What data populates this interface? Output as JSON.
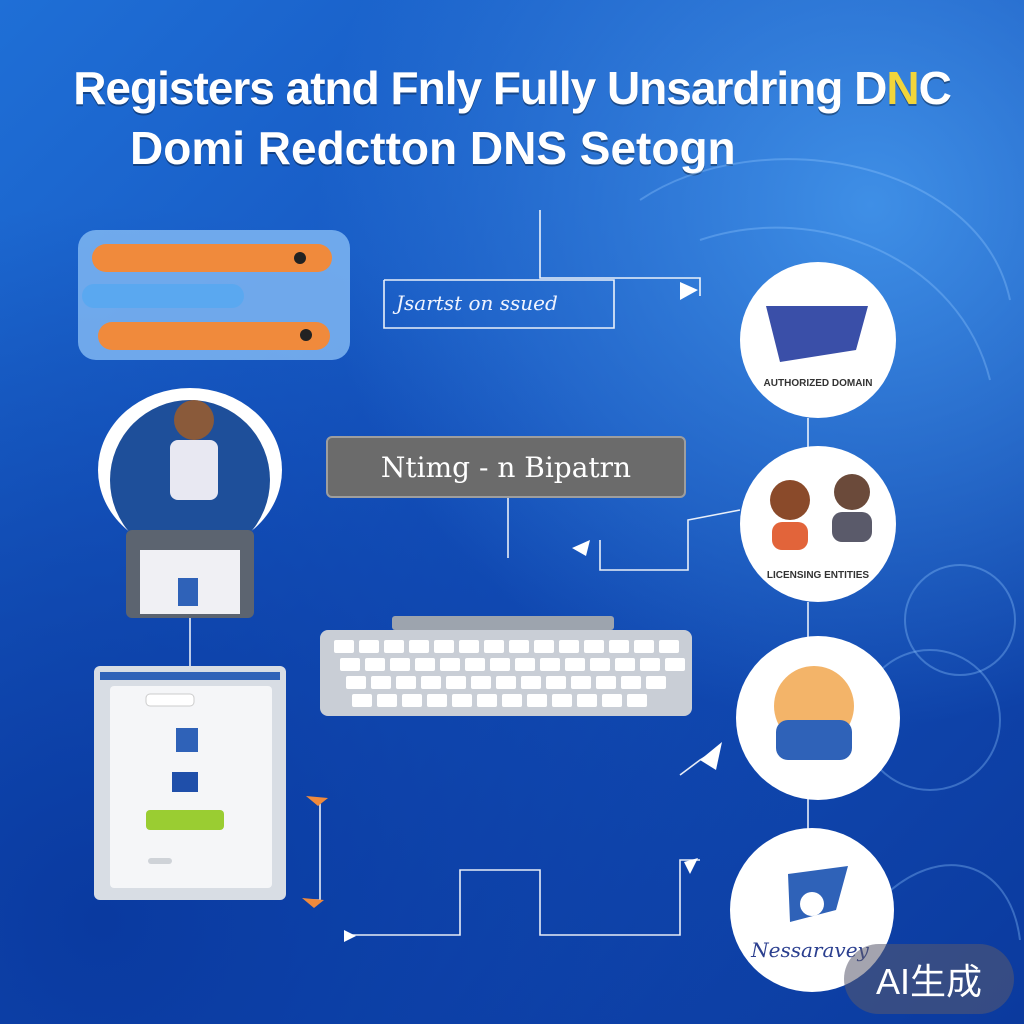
{
  "title": {
    "line1": "Registers atnd Fnly Fully Unsardring D",
    "line1_highlight": "N",
    "line1_tail": "C",
    "line2": "Domi   Redctton DNS Setogn"
  },
  "labels": {
    "top_link": "Jsartst  on  ssued",
    "middle_box": "Ntimg -  n   Bipatrn"
  },
  "captions": {
    "circle1": "AUTHORIZED DOMAIN",
    "circle2": "LICENSING ENTITIES",
    "circle3": "",
    "circle4": "Nessaravey"
  },
  "badge": "AI生成",
  "colors": {
    "accent_orange": "#f08a3c",
    "accent_blue": "#5aa8f0",
    "accent_green": "#9acd32",
    "title_yellow": "#f2d53a"
  }
}
